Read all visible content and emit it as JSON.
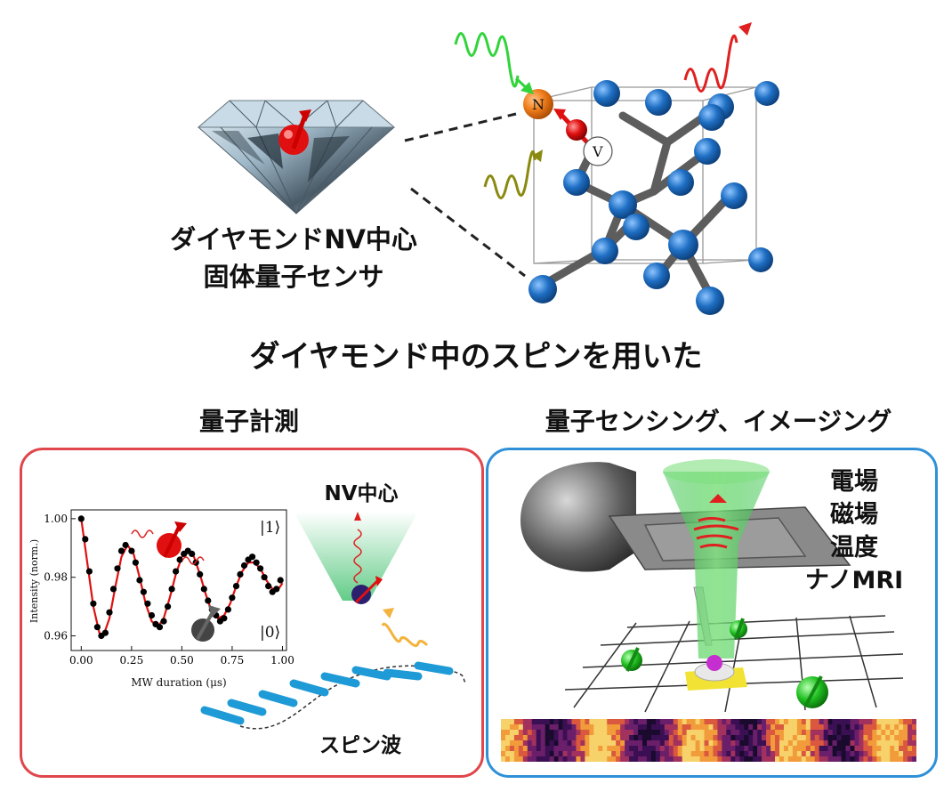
{
  "diagram": {
    "diamond_caption": [
      "ダイヤモンドNV中心",
      "固体量子センサ"
    ],
    "lattice_labels": {
      "nitrogen": "N",
      "vacancy": "V"
    },
    "main_title": "ダイヤモンド中のスピンを用いた",
    "left_heading": "量子計測",
    "right_heading": "量子センシング、イメージング",
    "nv_label": "NV中心",
    "spin_wave_label": "スピン波",
    "applications": [
      "電場",
      "磁場",
      "温度",
      "ナノMRI"
    ],
    "colors": {
      "left_border": "#e0464b",
      "right_border": "#2f90d8",
      "atom_blue": "#1f6fc4",
      "nitrogen_orange": "#f07d1a",
      "spin_red": "#e01010",
      "green_laser": "#31d43a",
      "red_emission": "#e02020",
      "olive_mw": "#8a8a10"
    }
  },
  "chart_data": {
    "type": "scatter",
    "xlabel": "MW duration (μs)",
    "ylabel": "Intensity (norm.)",
    "xlim": [
      -0.05,
      1.02
    ],
    "ylim": [
      0.955,
      1.003
    ],
    "xticks": [
      "0.00",
      "0.25",
      "0.50",
      "0.75",
      "1.00"
    ],
    "yticks": [
      "0.96",
      "0.98",
      "1.00"
    ],
    "state_labels": [
      "|1⟩",
      "|0⟩"
    ],
    "series": [
      {
        "points": [
          [
            0.0,
            1.0
          ],
          [
            0.02,
            0.993
          ],
          [
            0.04,
            0.982
          ],
          [
            0.06,
            0.971
          ],
          [
            0.08,
            0.963
          ],
          [
            0.1,
            0.96
          ],
          [
            0.12,
            0.961
          ],
          [
            0.14,
            0.968
          ],
          [
            0.16,
            0.976
          ],
          [
            0.18,
            0.983
          ],
          [
            0.2,
            0.989
          ],
          [
            0.22,
            0.991
          ],
          [
            0.25,
            0.989
          ],
          [
            0.27,
            0.985
          ],
          [
            0.29,
            0.979
          ],
          [
            0.31,
            0.975
          ],
          [
            0.33,
            0.971
          ],
          [
            0.35,
            0.967
          ],
          [
            0.37,
            0.964
          ],
          [
            0.39,
            0.963
          ],
          [
            0.41,
            0.965
          ],
          [
            0.43,
            0.97
          ],
          [
            0.45,
            0.976
          ],
          [
            0.47,
            0.982
          ],
          [
            0.49,
            0.986
          ],
          [
            0.51,
            0.988
          ],
          [
            0.53,
            0.989
          ],
          [
            0.55,
            0.988
          ],
          [
            0.57,
            0.985
          ],
          [
            0.59,
            0.981
          ],
          [
            0.61,
            0.976
          ],
          [
            0.63,
            0.972
          ],
          [
            0.65,
            0.969
          ],
          [
            0.67,
            0.967
          ],
          [
            0.69,
            0.965
          ],
          [
            0.71,
            0.966
          ],
          [
            0.73,
            0.969
          ],
          [
            0.75,
            0.973
          ],
          [
            0.77,
            0.977
          ],
          [
            0.79,
            0.981
          ],
          [
            0.81,
            0.984
          ],
          [
            0.83,
            0.986
          ],
          [
            0.85,
            0.987
          ],
          [
            0.87,
            0.985
          ],
          [
            0.89,
            0.983
          ],
          [
            0.91,
            0.98
          ],
          [
            0.93,
            0.977
          ],
          [
            0.95,
            0.975
          ],
          [
            0.97,
            0.976
          ],
          [
            0.99,
            0.979
          ]
        ]
      },
      {
        "fit": [
          [
            0.0,
            1.0
          ],
          [
            0.03,
            0.985
          ],
          [
            0.06,
            0.97
          ],
          [
            0.09,
            0.961
          ],
          [
            0.11,
            0.96
          ],
          [
            0.14,
            0.966
          ],
          [
            0.17,
            0.977
          ],
          [
            0.2,
            0.987
          ],
          [
            0.23,
            0.991
          ],
          [
            0.26,
            0.988
          ],
          [
            0.29,
            0.98
          ],
          [
            0.32,
            0.971
          ],
          [
            0.35,
            0.965
          ],
          [
            0.38,
            0.963
          ],
          [
            0.41,
            0.966
          ],
          [
            0.44,
            0.973
          ],
          [
            0.47,
            0.981
          ],
          [
            0.5,
            0.987
          ],
          [
            0.53,
            0.989
          ],
          [
            0.56,
            0.987
          ],
          [
            0.59,
            0.981
          ],
          [
            0.62,
            0.974
          ],
          [
            0.65,
            0.968
          ],
          [
            0.68,
            0.966
          ],
          [
            0.71,
            0.967
          ],
          [
            0.74,
            0.971
          ],
          [
            0.77,
            0.977
          ],
          [
            0.8,
            0.982
          ],
          [
            0.83,
            0.985
          ],
          [
            0.86,
            0.985
          ],
          [
            0.89,
            0.983
          ],
          [
            0.92,
            0.979
          ],
          [
            0.95,
            0.976
          ],
          [
            0.98,
            0.976
          ],
          [
            1.0,
            0.978
          ]
        ]
      }
    ]
  }
}
